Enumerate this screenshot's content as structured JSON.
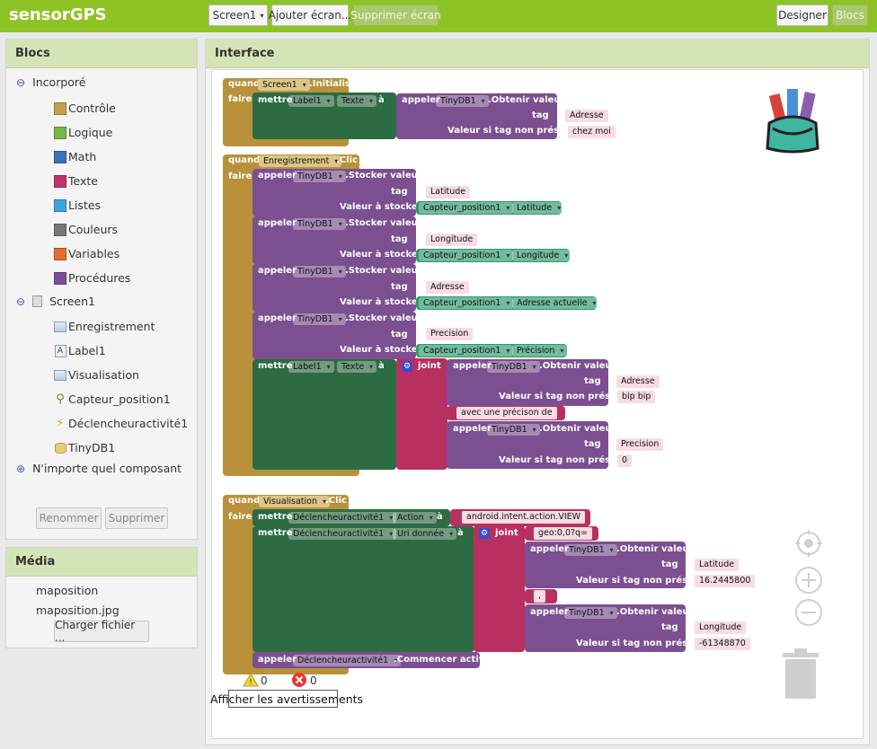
{
  "app": {
    "name": "sensorGPS"
  },
  "topbar": {
    "screen_select": "Screen1",
    "add_screen": "Ajouter écran...",
    "remove_screen": "Supprimer écran",
    "designer": "Designer",
    "blocks": "Blocs"
  },
  "blocs_panel": {
    "title": "Blocs",
    "builtin": {
      "label": "Incorporé",
      "items": [
        {
          "label": "Contrôle",
          "color": "#c4a14c"
        },
        {
          "label": "Logique",
          "color": "#78b846"
        },
        {
          "label": "Math",
          "color": "#3f71b5"
        },
        {
          "label": "Texte",
          "color": "#c03469"
        },
        {
          "label": "Listes",
          "color": "#3ba6dc"
        },
        {
          "label": "Couleurs",
          "color": "#777777"
        },
        {
          "label": "Variables",
          "color": "#e46e2f"
        },
        {
          "label": "Procédures",
          "color": "#7e4c96"
        }
      ]
    },
    "screen": {
      "label": "Screen1",
      "components": [
        {
          "label": "Enregistrement",
          "icon": "button-icon"
        },
        {
          "label": "Label1",
          "icon": "label-icon"
        },
        {
          "label": "Visualisation",
          "icon": "button-icon"
        },
        {
          "label": "Capteur_position1",
          "icon": "location-icon"
        },
        {
          "label": "Déclencheuractivité1",
          "icon": "activity-starter-icon"
        },
        {
          "label": "TinyDB1",
          "icon": "database-icon"
        }
      ]
    },
    "any": {
      "label": "N'importe quel composant"
    },
    "rename_button": "Renommer",
    "delete_button": "Supprimer"
  },
  "media_panel": {
    "title": "Média",
    "files": [
      "maposition",
      "maposition.jpg"
    ],
    "upload_button": "Charger fichier ..."
  },
  "workspace": {
    "title": "Interface",
    "warnings": {
      "warnings_count": "0",
      "errors_count": "0",
      "show_warnings": "Afficher les avertissements"
    },
    "colors": {
      "control": "#b8913a",
      "setter": "#2d6b42",
      "component_method": "#7b4f90",
      "text": "#b83060",
      "getter": "#2f9a6e"
    }
  },
  "blocks_text": {
    "when": "quand",
    "do": "faire",
    "set": "mettre",
    "to": "à",
    "call": "appeler",
    "join": "joint",
    "tag": "tag",
    "value_if_tag_not_there": "Valeur si tag non présent",
    "value_to_store": "Valeur à stocker",
    "initialize": ".Initialise",
    "click": ".Clic",
    "get_value": ".Obtenir valeur",
    "store_value": ".Stocker valeur",
    "start_activity": ".Commencer activité",
    "screen1": "Screen1",
    "label1": "Label1",
    "texte": "Texte",
    "tinydb1": "TinyDB1",
    "enregistrement": "Enregistrement",
    "visualisation": "Visualisation",
    "capteur": "Capteur_position1",
    "declencheur": "Déclencheuractivité1",
    "action": "Action",
    "uri": "Uri donnée",
    "latitude_prop": "Latitude",
    "longitude_prop": "Longitude",
    "adresse_prop": "Adresse actuelle",
    "precision_prop": "Précision",
    "s_adresse": "Adresse",
    "s_chez_moi": "chez moi",
    "s_latitude": "Latitude",
    "s_longitude": "Longitude",
    "s_precision": "Precision",
    "s_bipbip": "bip bip",
    "s_avec": "avec une précison de",
    "s_zero": "0",
    "s_intent": "android.intent.action.VIEW",
    "s_geo": "geo:0,0?q=",
    "s_comma": ",",
    "s_lat_default": "16.2445800",
    "s_lon_default": "-61348870"
  }
}
